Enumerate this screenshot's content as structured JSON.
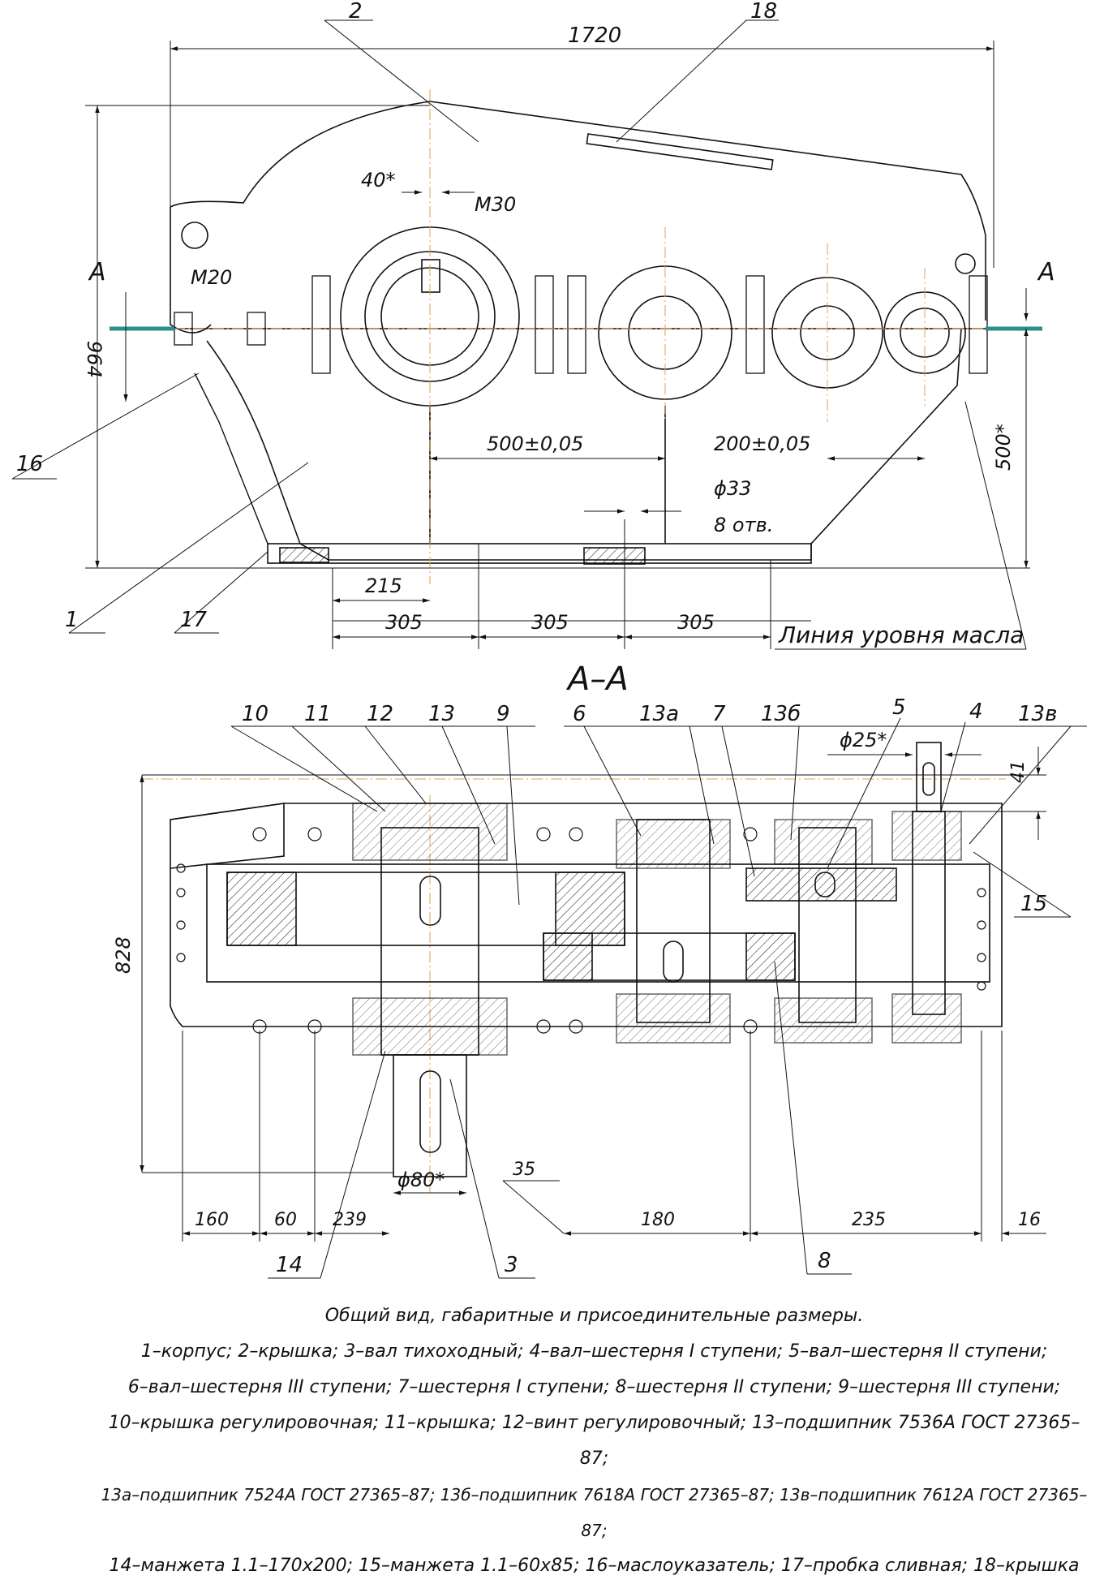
{
  "top_view": {
    "dim_overall_width": "1720",
    "dim_overall_height": "964",
    "dim_key": "40*",
    "dim_thread_top": "M30",
    "dim_thread_left": "M20",
    "dim_center_distance_1": "500±0,05",
    "dim_center_distance_2": "200±0,05",
    "dim_oil_level": "500*",
    "dim_hole_dia": "ϕ33",
    "dim_hole_count": "8 отв.",
    "dim_offset": "215",
    "dim_pitch_1": "305",
    "dim_pitch_2": "305",
    "dim_pitch_3": "305",
    "section_mark_left": "A",
    "section_mark_right": "A",
    "oil_level_label": "Линия уровня масла",
    "callouts": [
      "2",
      "18",
      "16",
      "1",
      "17"
    ]
  },
  "section_view": {
    "title": "A–A",
    "callouts_top": [
      "10",
      "11",
      "12",
      "13",
      "9",
      "6",
      "13а",
      "7",
      "13б",
      "5",
      "4",
      "13в"
    ],
    "callout_15": "15",
    "callout_14": "14",
    "callout_3": "3",
    "callout_8": "8",
    "dim_shaft_small": "ϕ25*",
    "dim_shaft_end": "41",
    "dim_total_width": "828",
    "dim_shaft_big": "ϕ80*",
    "dim_35": "35",
    "dim_160": "160",
    "dim_60": "60",
    "dim_239": "239",
    "dim_180": "180",
    "dim_235": "235",
    "dim_16": "16"
  },
  "caption": {
    "line1": "Общий вид, габаритные и присоединительные размеры.",
    "line2": "1–корпус; 2–крышка; 3–вал тихоходный; 4–вал–шестерня I ступени; 5–вал–шестерня II ступени;",
    "line3": "6–вал–шестерня III ступени; 7–шестерня I ступени; 8–шестерня II ступени; 9–шестерня III ступени;",
    "line4": "10–крышка регулировочная; 11–крышка; 12–винт регулировочный; 13–подшипник 7536А ГОСТ 27365–87;",
    "line5": "13а–подшипник 7524А ГОСТ 27365–87; 13б–подшипник 7618А ГОСТ 27365–87; 13в–подшипник 7612А ГОСТ 27365–87;",
    "line6": "14–манжета 1.1–170х200; 15–манжета 1.1–60х85; 16–маслоуказатель; 17–пробка сливная; 18–крышка"
  },
  "colors": {
    "line": "#111111",
    "axis": "#e0a050",
    "parting_line": "#2a8f8f"
  }
}
